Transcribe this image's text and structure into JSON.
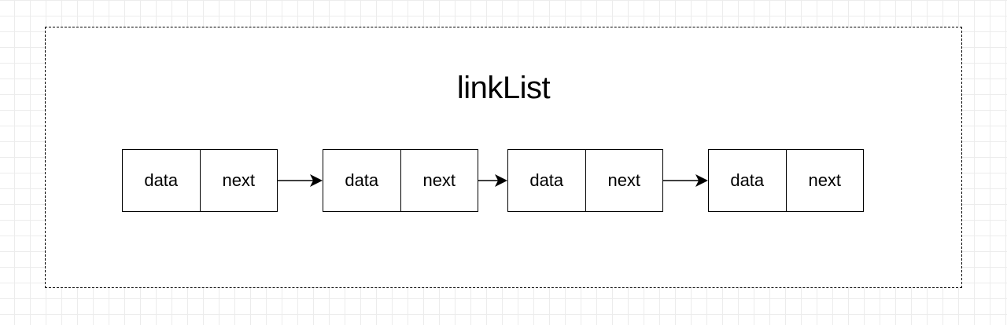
{
  "diagram": {
    "title": "linkList",
    "nodes": [
      {
        "data_label": "data",
        "next_label": "next"
      },
      {
        "data_label": "data",
        "next_label": "next"
      },
      {
        "data_label": "data",
        "next_label": "next"
      },
      {
        "data_label": "data",
        "next_label": "next"
      }
    ]
  }
}
